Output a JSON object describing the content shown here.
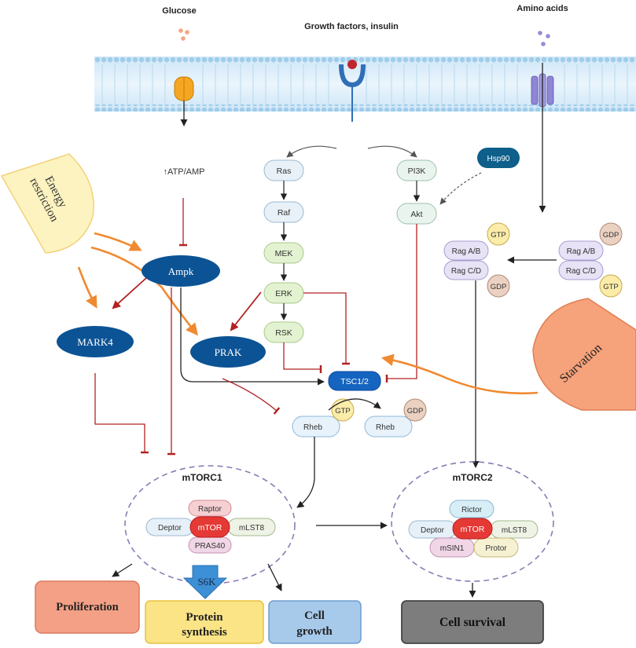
{
  "inputs": {
    "glucose": "Glucose",
    "growth_factors": "Growth factors, insulin",
    "amino_acids": "Amino acids"
  },
  "energy": {
    "atp_amp": "↑ATP/AMP",
    "energy_restriction_line1": "Energy",
    "energy_restriction_line2": "restriction",
    "ampk": "Ampk",
    "mark4": "MARK4",
    "prak": "PRAK",
    "starvation": "Starvation"
  },
  "mapk": {
    "ras": "Ras",
    "raf": "Raf",
    "mek": "MEK",
    "erk": "ERK",
    "rsk": "RSK"
  },
  "pi3k": {
    "pi3k": "PI3K",
    "akt": "Akt",
    "hsp90": "Hsp90"
  },
  "rag": {
    "left_top": "Rag A/B",
    "left_bottom": "Rag C/D",
    "left_top_nuc": "GTP",
    "left_bottom_nuc": "GDP",
    "right_top": "Rag A/B",
    "right_bottom": "Rag C/D",
    "right_top_nuc": "GDP",
    "right_bottom_nuc": "GTP"
  },
  "tsc": {
    "tsc": "TSC1/2",
    "rheb_left": "Rheb",
    "rheb_left_nuc": "GTP",
    "rheb_right": "Rheb",
    "rheb_right_nuc": "GDP"
  },
  "mtorc1": {
    "title": "mTORC1",
    "raptor": "Raptor",
    "deptor": "Deptor",
    "mtor": "mTOR",
    "mlst8": "mLST8",
    "pras40": "PRAS40",
    "s6k": "S6K"
  },
  "mtorc2": {
    "title": "mTORC2",
    "rictor": "Rictor",
    "deptor": "Deptor",
    "mtor": "mTOR",
    "mlst8": "mLST8",
    "msin1": "mSIN1",
    "protor": "Protor"
  },
  "outcomes": {
    "proliferation": "Proliferation",
    "protein_line1": "Protein",
    "protein_line2": "synthesis",
    "cell_growth_line1": "Cell",
    "cell_growth_line2": "growth",
    "cell_survival": "Cell survival"
  },
  "colors": {
    "inhibit": "#b22222",
    "activate_orange": "#f08a30",
    "ampk_blue": "#0b5394",
    "mapk_green": "#e3f2d0",
    "tsc_blue": "#1565c0",
    "mtor_red": "#e53935"
  }
}
